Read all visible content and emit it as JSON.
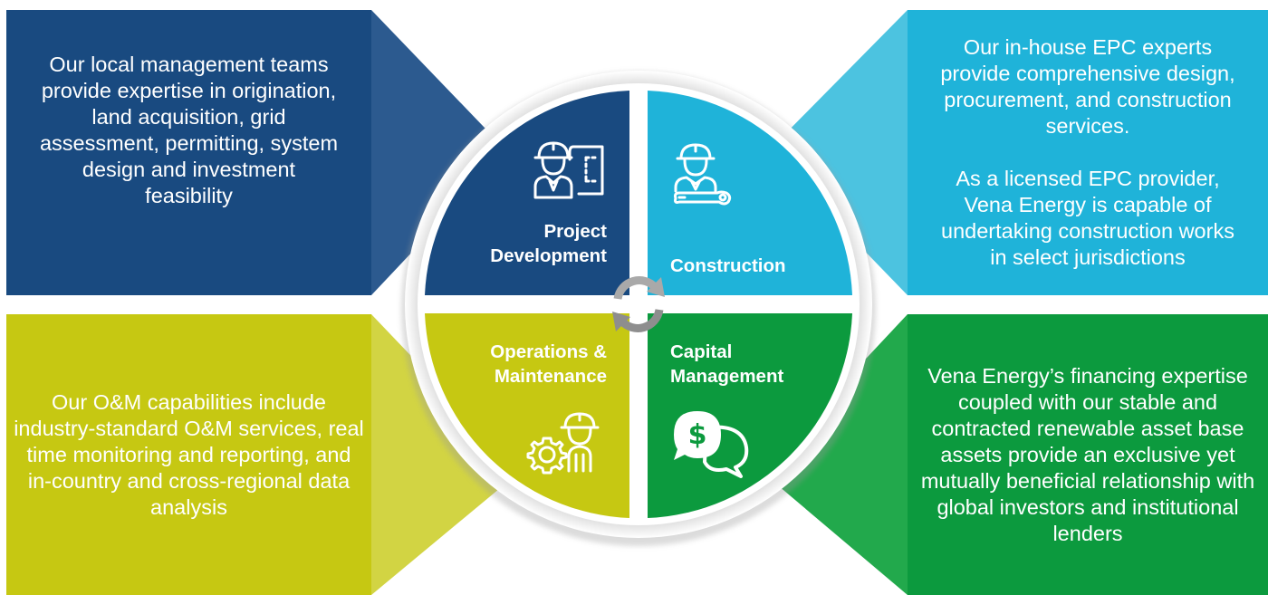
{
  "panels": {
    "top_left": "Our local management teams provide expertise in origination, land acquisition, grid assessment, permitting, system design and investment feasibility",
    "top_right_1": "Our in-house EPC experts provide comprehensive design, procurement, and construction services.",
    "top_right_2": "As a licensed EPC provider, Vena Energy is capable of undertaking construction works in select jurisdictions",
    "bottom_left": "Our O&M capabilities include industry-standard O&M services, real time monitoring and reporting, and in-country and cross-regional data analysis",
    "bottom_right": "Vena Energy’s financing expertise coupled with our stable and contracted renewable asset base assets provide an exclusive yet mutually beneficial relationship with global investors and institutional lenders"
  },
  "quadrants": {
    "project_development": {
      "label_1": "Project",
      "label_2": "Development",
      "icon": "engineer-blueprint-icon"
    },
    "construction": {
      "label_1": "Construction",
      "icon": "engineer-wrench-icon"
    },
    "operations": {
      "label_1": "Operations &",
      "label_2": "Maintenance",
      "icon": "worker-gear-icon"
    },
    "capital": {
      "label_1": "Capital",
      "label_2": "Management",
      "icon": "dollar-chat-icon"
    }
  },
  "center_icon": "cycle-arrows-icon",
  "colors": {
    "navy": "#194a80",
    "cyan": "#1fb3d9",
    "lime": "#c6c812",
    "green": "#0c9a3e"
  }
}
